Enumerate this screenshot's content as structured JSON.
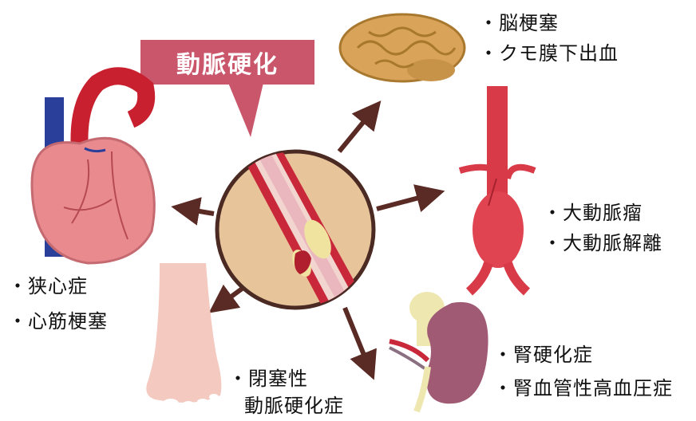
{
  "title": "動脈硬化",
  "colors": {
    "title_bg": "#c9566b",
    "arrow": "#5a2a24",
    "artery_red": "#c8283a",
    "skin_pink": "#f2c4bd",
    "lumen_pink": "#e9b7bd",
    "plaque_yellow": "#f0e3a0",
    "circle_fill": "#e8c49a"
  },
  "organs": {
    "brain": {
      "icon": "brain-icon",
      "labels": [
        "・脳梗塞",
        "・クモ膜下出血"
      ]
    },
    "aorta": {
      "icon": "aorta-icon",
      "labels": [
        "・大動脈瘤",
        "・大動脈解離"
      ]
    },
    "kidney": {
      "icon": "kidney-icon",
      "labels": [
        "・腎硬化症",
        "・腎血管性高血圧症"
      ]
    },
    "foot": {
      "icon": "foot-icon",
      "labels": [
        "・閉塞性",
        "動脈硬化症"
      ]
    },
    "heart": {
      "icon": "heart-icon",
      "labels": [
        "・狭心症",
        "・心筋梗塞"
      ]
    }
  }
}
